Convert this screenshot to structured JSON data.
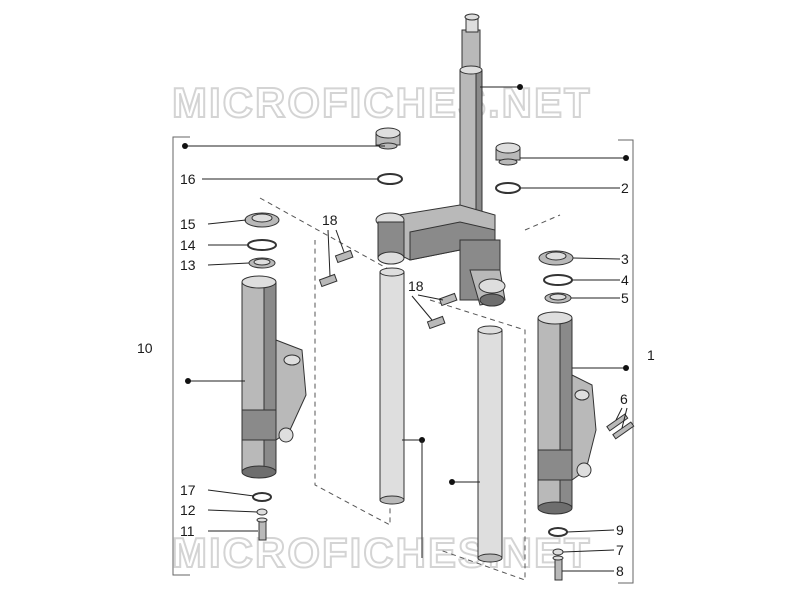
{
  "watermark": {
    "text": "MICROFICHES.NET"
  },
  "callouts": {
    "c1": "1",
    "c2": "2",
    "c3": "3",
    "c4": "4",
    "c5": "5",
    "c6": "6",
    "c7": "7",
    "c8": "8",
    "c9": "9",
    "c10": "10",
    "c11": "11",
    "c12": "12",
    "c13": "13",
    "c14": "14",
    "c15": "15",
    "c16": "16",
    "c17": "17",
    "c18a": "18",
    "c18b": "18"
  }
}
